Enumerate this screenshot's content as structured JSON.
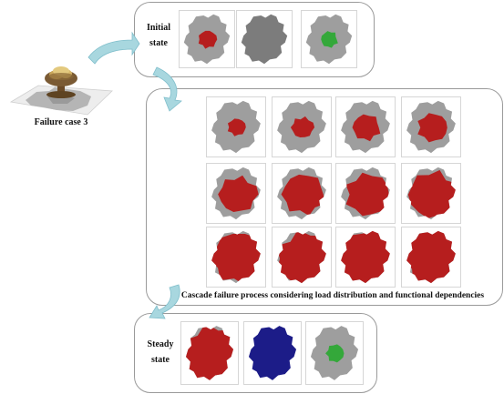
{
  "colors": {
    "base_gray": "#9e9e9e",
    "dark_gray": "#7c7c7c",
    "failed_red": "#b61e1e",
    "recovered_green": "#34a83a",
    "navy": "#1c1c88",
    "arrow_teal": "#a8d7df",
    "panel_border": "#9a9a9a"
  },
  "failure_case": {
    "label": "Failure case 3",
    "icon": "explosion-icon"
  },
  "initial": {
    "label_line1": "Initial",
    "label_line2": "state",
    "maps": [
      {
        "type": "light",
        "overlay": "red",
        "fraction": 0.04
      },
      {
        "type": "dark",
        "overlay": "none",
        "fraction": 0
      },
      {
        "type": "gray",
        "overlay": "green",
        "fraction": 0.03
      }
    ]
  },
  "cascade": {
    "caption": "Cascade failure process considering load distribution and functional dependencies",
    "steps": [
      {
        "step": 1,
        "fraction": 0.03
      },
      {
        "step": 2,
        "fraction": 0.06
      },
      {
        "step": 3,
        "fraction": 0.12
      },
      {
        "step": 4,
        "fraction": 0.15
      },
      {
        "step": 5,
        "fraction": 0.28
      },
      {
        "step": 6,
        "fraction": 0.38
      },
      {
        "step": 7,
        "fraction": 0.42
      },
      {
        "step": 8,
        "fraction": 0.55
      },
      {
        "step": 9,
        "fraction": 0.7
      },
      {
        "step": 10,
        "fraction": 0.8
      },
      {
        "step": 11,
        "fraction": 0.88
      },
      {
        "step": 12,
        "fraction": 0.92
      }
    ]
  },
  "steady": {
    "label_line1": "Steady",
    "label_line2": "state",
    "maps": [
      {
        "type": "light",
        "overlay": "red",
        "fraction": 0.9
      },
      {
        "type": "navy",
        "overlay": "none",
        "fraction": 1
      },
      {
        "type": "gray",
        "overlay": "green",
        "fraction": 0.03
      }
    ]
  }
}
